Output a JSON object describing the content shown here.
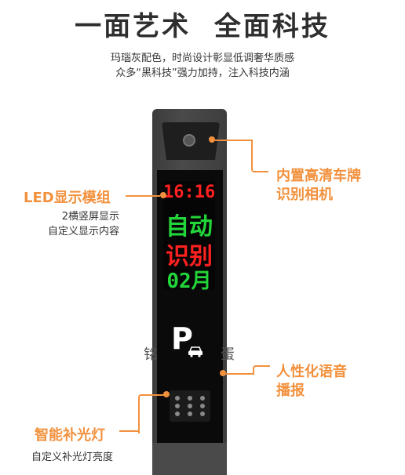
{
  "header": {
    "headline": "一面艺术  全面科技",
    "sub_line_1": "玛瑙灰配色，时尚设计彰显低调奢华质感",
    "sub_line_2": "众多“黑科技”强力加持，注入科技内涵"
  },
  "device": {
    "led_lines": [
      {
        "text": "16:16",
        "color": "#ff2020"
      },
      {
        "text": "自动",
        "color": "#22d63a"
      },
      {
        "text": "识别",
        "color": "#ff2020"
      },
      {
        "text": "02月",
        "color": "#22d63a"
      }
    ],
    "parking_sign": "P",
    "ghost_left": "铭",
    "ghost_right": "蛋"
  },
  "callouts": {
    "camera": {
      "title_1": "内置高清车牌",
      "title_2": "识别相机"
    },
    "led": {
      "title": "LED显示模组",
      "desc_1": "2横竖屏显示",
      "desc_2": "自定义显示内容"
    },
    "voice": {
      "title_1": "人性化语音",
      "title_2": "播报"
    },
    "light": {
      "title": "智能补光灯",
      "desc": "自定义补光灯亮度"
    }
  },
  "colors": {
    "accent": "#f2913d",
    "led_red": "#ff2020",
    "led_green": "#22d63a"
  }
}
